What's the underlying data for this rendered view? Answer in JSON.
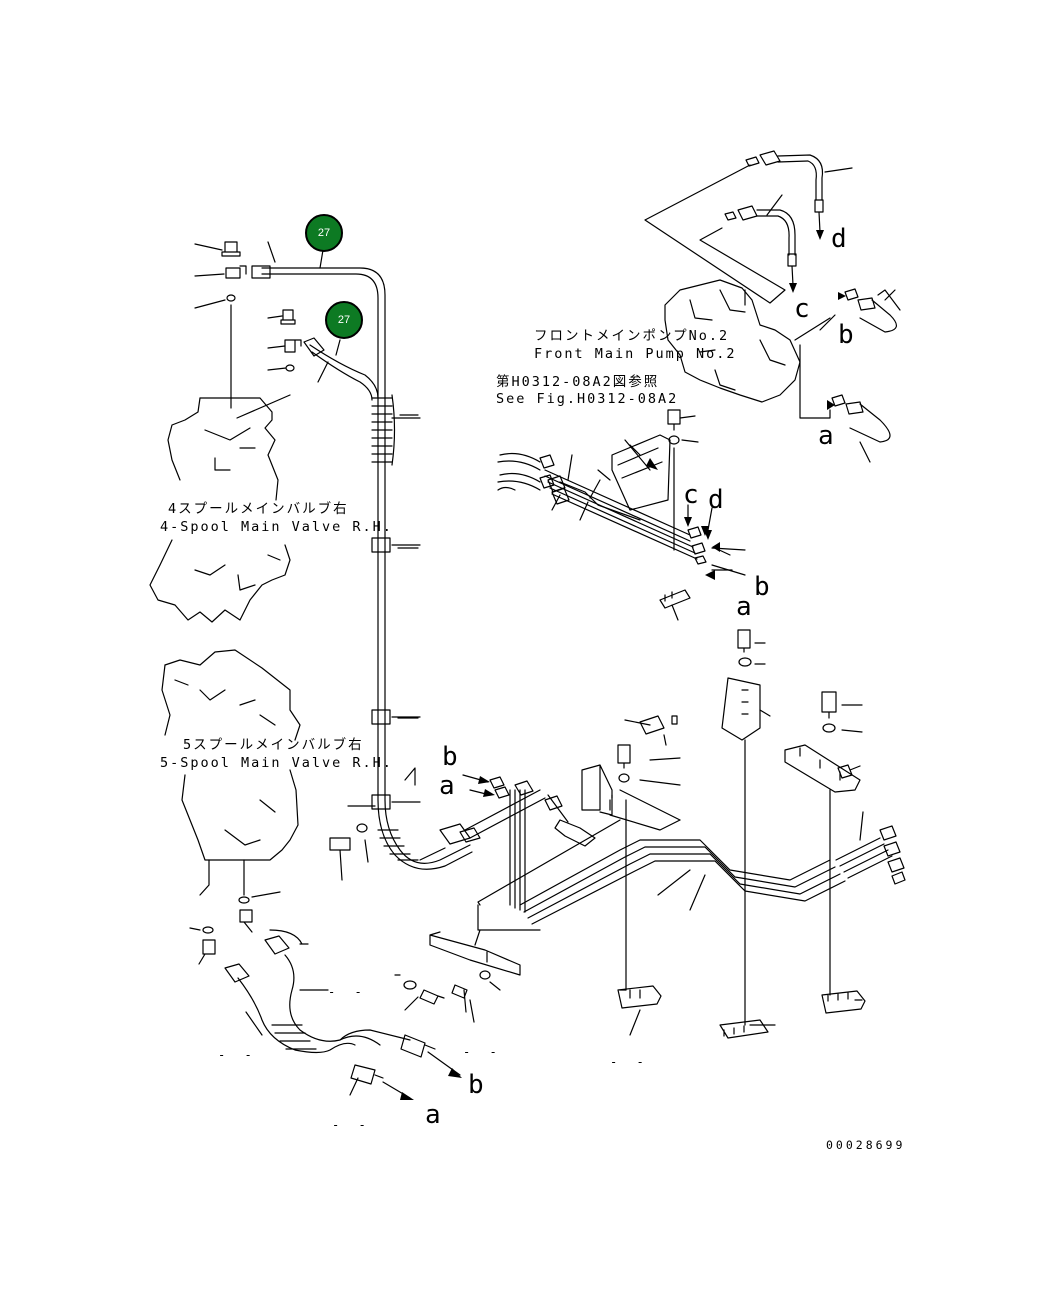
{
  "callouts": [
    {
      "id": "callout-1",
      "number": "27"
    },
    {
      "id": "callout-2",
      "number": "27"
    }
  ],
  "labels": {
    "front_pump_jp": "フロントメインポンプNo.2",
    "front_pump_en": "Front Main Pump No.2",
    "see_fig_jp": "第H0312-08A2図参照",
    "see_fig_en": "See Fig.H0312-08A2",
    "valve4_jp": "4スプールメインバルブ右",
    "valve4_en": "4-Spool Main Valve R.H.",
    "valve5_jp": "5スプールメインバルブ右",
    "valve5_en": "5-Spool Main Valve R.H.",
    "drawing_number": "00028699"
  },
  "connection_letters": [
    "a",
    "b",
    "c",
    "d"
  ],
  "dash_marks": [
    "- -",
    "- -",
    "- -",
    "- -",
    "- -",
    "- -"
  ]
}
